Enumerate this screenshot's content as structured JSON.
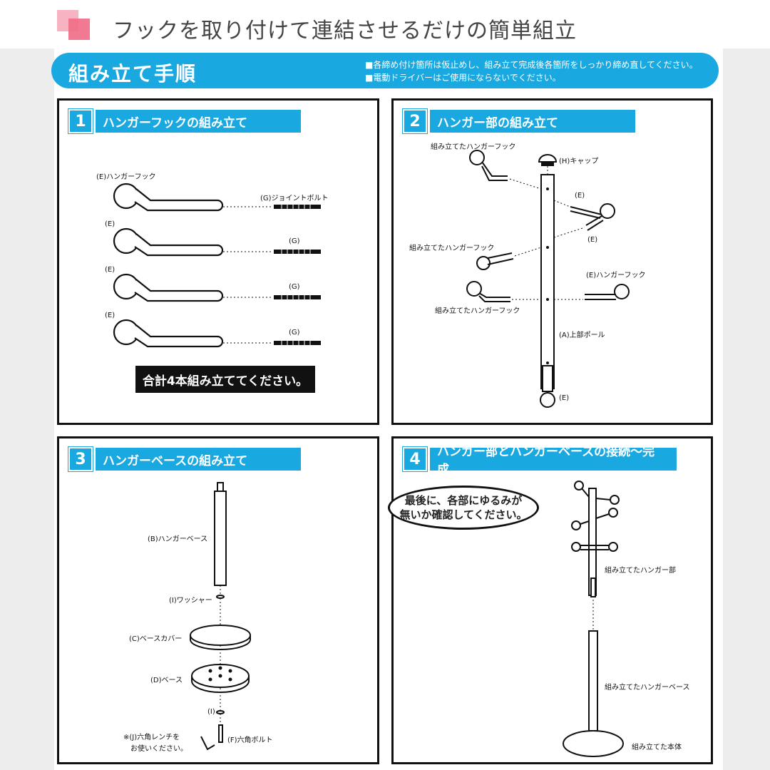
{
  "header": {
    "title": "フックを取り付けて連結させるだけの簡単組立"
  },
  "banner": {
    "title": "組み立て手順",
    "note1": "■各締め付け箇所は仮止めし、組み立て完成後各箇所をしっかり締め直してください。",
    "note2": "■電動ドライバーはご使用にならないでください。"
  },
  "steps": [
    {
      "num": "1",
      "title": "ハンガーフックの組み立て",
      "labels": {
        "hook_e_full": "(E)ハンガーフック",
        "bolt_g_full": "(G)ジョイントボルト",
        "e": "(E)",
        "g": "(G)"
      },
      "total_note": "合計4本組み立ててください。"
    },
    {
      "num": "2",
      "title": "ハンガー部の組み立て",
      "labels": {
        "assembled_hook": "組み立てたハンガーフック",
        "cap": "(H)キャップ",
        "e": "(E)",
        "hook_e": "(E)ハンガーフック",
        "upper_pole": "(A)上部ポール"
      }
    },
    {
      "num": "3",
      "title": "ハンガーベースの組み立て",
      "labels": {
        "hanger_base": "(B)ハンガーベース",
        "washer": "(I)ワッシャー",
        "base_cover": "(C)ベースカバー",
        "base": "(D)ベース",
        "i": "(I)",
        "hex_wrench_1": "※(J)六角レンチを",
        "hex_wrench_2": "お使いください。",
        "hex_bolt": "(F)六角ボルト"
      }
    },
    {
      "num": "4",
      "title": "ハンガー部とハンガーベースの接続～完成",
      "bubble_1": "最後に、各部にゆるみが",
      "bubble_2": "無いか確認してください。",
      "labels": {
        "assembled_hanger": "組み立てたハンガー部",
        "assembled_base": "組み立てたハンガーベース",
        "assembled_body": "組み立てた本体"
      }
    }
  ],
  "colors": {
    "accent": "#1aa8e0",
    "square1": "#ef6b86",
    "square2": "#f7b3c2"
  }
}
